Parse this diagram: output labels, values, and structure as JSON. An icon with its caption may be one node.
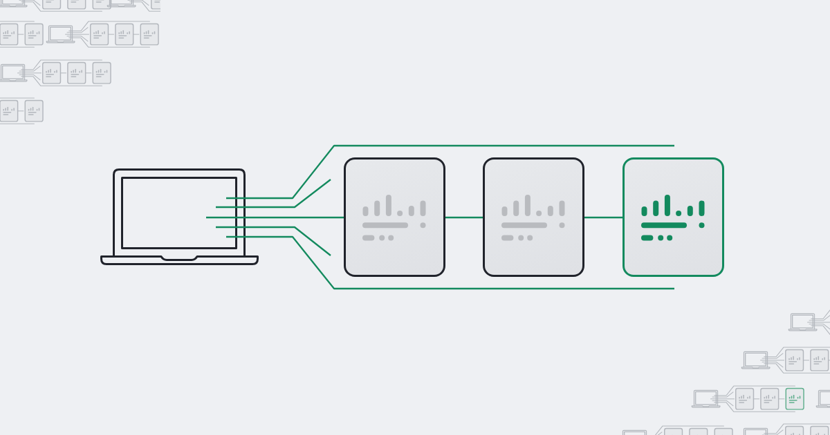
{
  "diagram": {
    "nodes": [
      {
        "text": [],
        "shape": "laptop"
      },
      {
        "text": [],
        "shape": "box"
      },
      {
        "text": [],
        "shape": "box"
      },
      {
        "text": [],
        "shape": "box"
      }
    ],
    "edges": [
      {
        "from": 0,
        "to": null,
        "arrow": "none"
      },
      {
        "from": 0,
        "to": null,
        "arrow": "none"
      },
      {
        "from": 0,
        "to": 1,
        "arrow": "none"
      },
      {
        "from": 0,
        "to": null,
        "arrow": "none"
      },
      {
        "from": 0,
        "to": null,
        "arrow": "none"
      },
      {
        "from": 1,
        "to": 2,
        "arrow": "none"
      },
      {
        "from": 2,
        "to": 3,
        "arrow": "none"
      }
    ]
  }
}
